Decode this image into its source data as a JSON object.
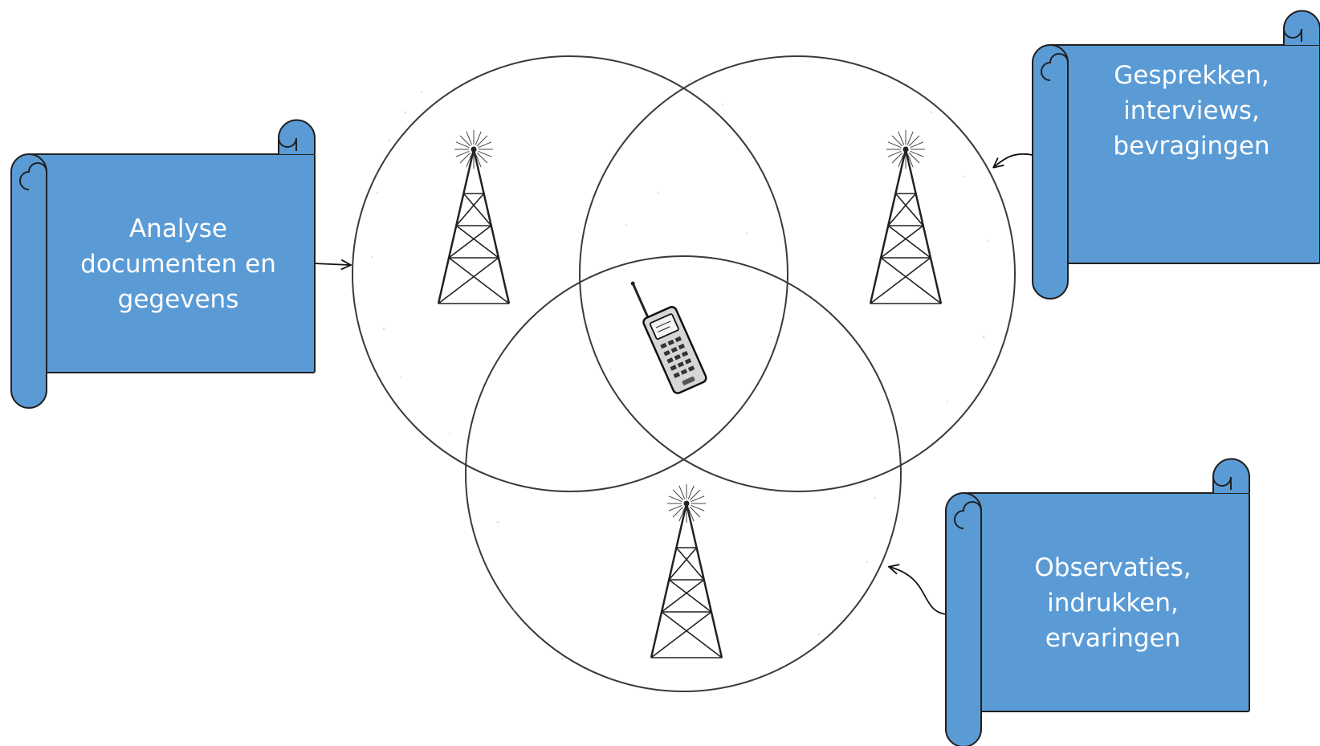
{
  "diagram": {
    "nodes": [
      {
        "id": "tower-left",
        "kind": "radio-tower"
      },
      {
        "id": "tower-right",
        "kind": "radio-tower"
      },
      {
        "id": "tower-bottom",
        "kind": "radio-tower"
      },
      {
        "id": "phone-center",
        "kind": "mobile-phone"
      }
    ],
    "scrolls": [
      {
        "id": "scroll-left",
        "lines": [
          "Analyse",
          "documenten en",
          "gegevens"
        ],
        "points_to": "tower-left"
      },
      {
        "id": "scroll-top-right",
        "lines": [
          "Gesprekken,",
          "interviews,",
          "bevragingen"
        ],
        "points_to": "tower-right"
      },
      {
        "id": "scroll-bottom-right",
        "lines": [
          "Observaties,",
          "indrukken,",
          "ervaringen"
        ],
        "points_to": "tower-bottom"
      }
    ],
    "colors": {
      "scroll_fill": "#5b9bd5",
      "scroll_stroke": "#1f1f1f",
      "circle_stroke": "#3a3a3a",
      "label_text": "#ffffff"
    },
    "icons": [
      "radio-tower-icon",
      "mobile-phone-icon",
      "scroll-banner-icon"
    ]
  }
}
